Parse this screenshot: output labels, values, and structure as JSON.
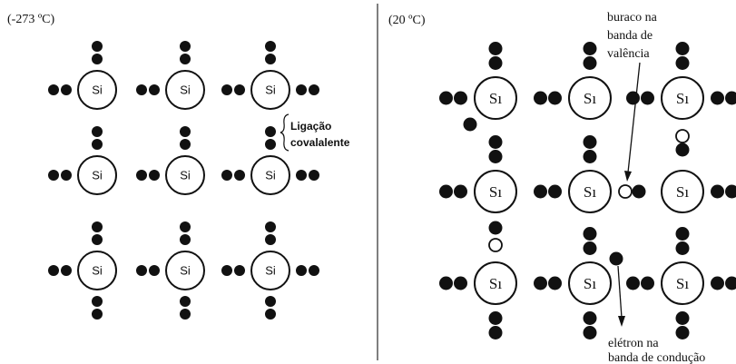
{
  "left_panel": {
    "temperature_label": "(-273 ºC)",
    "atom_label": "Si",
    "bond_annotation": [
      "Ligação",
      "covalalente"
    ]
  },
  "right_panel": {
    "temperature_label": "(20 ºC)",
    "atom_label": "Sı",
    "hole_annotation": [
      "buraco na",
      "banda de",
      "valência"
    ],
    "electron_annotation": [
      "elétron na",
      "banda de condução"
    ]
  },
  "colors": {
    "ink": "#111111",
    "background": "#ffffff",
    "divider": "#555555"
  }
}
